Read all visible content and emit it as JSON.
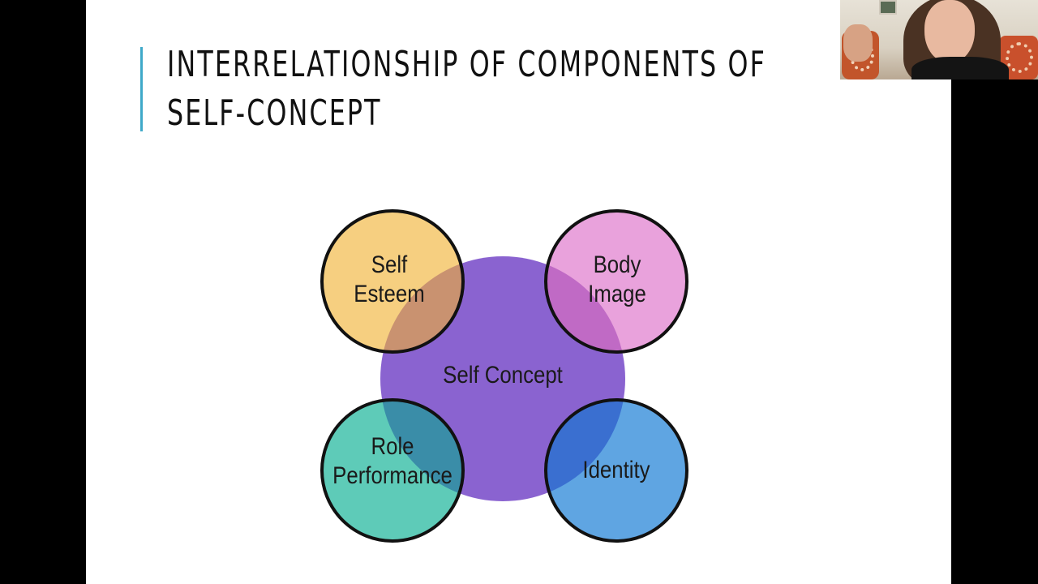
{
  "slide": {
    "title_lines": [
      "INTERRELATIONSHIP OF COMPONENTS OF",
      "SELF-CONCEPT"
    ]
  },
  "diagram": {
    "center": {
      "label": "Self Concept",
      "color": "#8a63d0"
    },
    "components": [
      {
        "id": "self-esteem",
        "lines": [
          "Self",
          "Esteem"
        ],
        "color": "#f6cf80",
        "position": "top-left"
      },
      {
        "id": "body-image",
        "lines": [
          "Body",
          "Image"
        ],
        "color": "#e9a2dc",
        "position": "top-right"
      },
      {
        "id": "role-performance",
        "lines": [
          "Role",
          "Performance"
        ],
        "color": "#5ecbb8",
        "position": "bottom-left"
      },
      {
        "id": "identity",
        "lines": [
          "Identity"
        ],
        "color": "#5fa5e2",
        "position": "bottom-right"
      }
    ]
  },
  "colors": {
    "title_accent": "#3fa9c9",
    "slide_bg": "#ffffff",
    "frame_bg": "#000000"
  },
  "webcam": {
    "icon": "presenter-video-feed"
  }
}
